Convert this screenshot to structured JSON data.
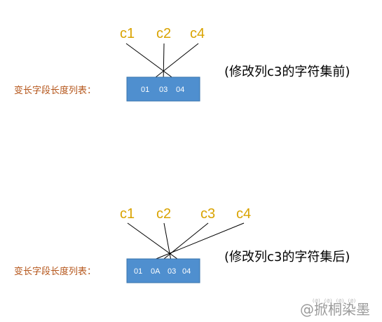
{
  "before": {
    "columns": [
      "c1",
      "c2",
      "c4"
    ],
    "row_label": "变长字段长度列表：",
    "cells": [
      "01",
      "03",
      "04"
    ],
    "note": "(修改列c3的字符集前)"
  },
  "after": {
    "columns": [
      "c1",
      "c2",
      "c3",
      "c4"
    ],
    "row_label": "变长字段长度列表：",
    "cells": [
      "01",
      "0A",
      "03",
      "04"
    ],
    "note": "(修改列c3的字符集后)"
  },
  "watermark": {
    "text": "@掀桐染墨",
    "small": "(@) (@) (@) (@)"
  },
  "colors": {
    "column_label": "#d9a300",
    "row_label": "#b5561b",
    "box_fill": "#4f8fcf",
    "cell_text": "#ffffff"
  }
}
